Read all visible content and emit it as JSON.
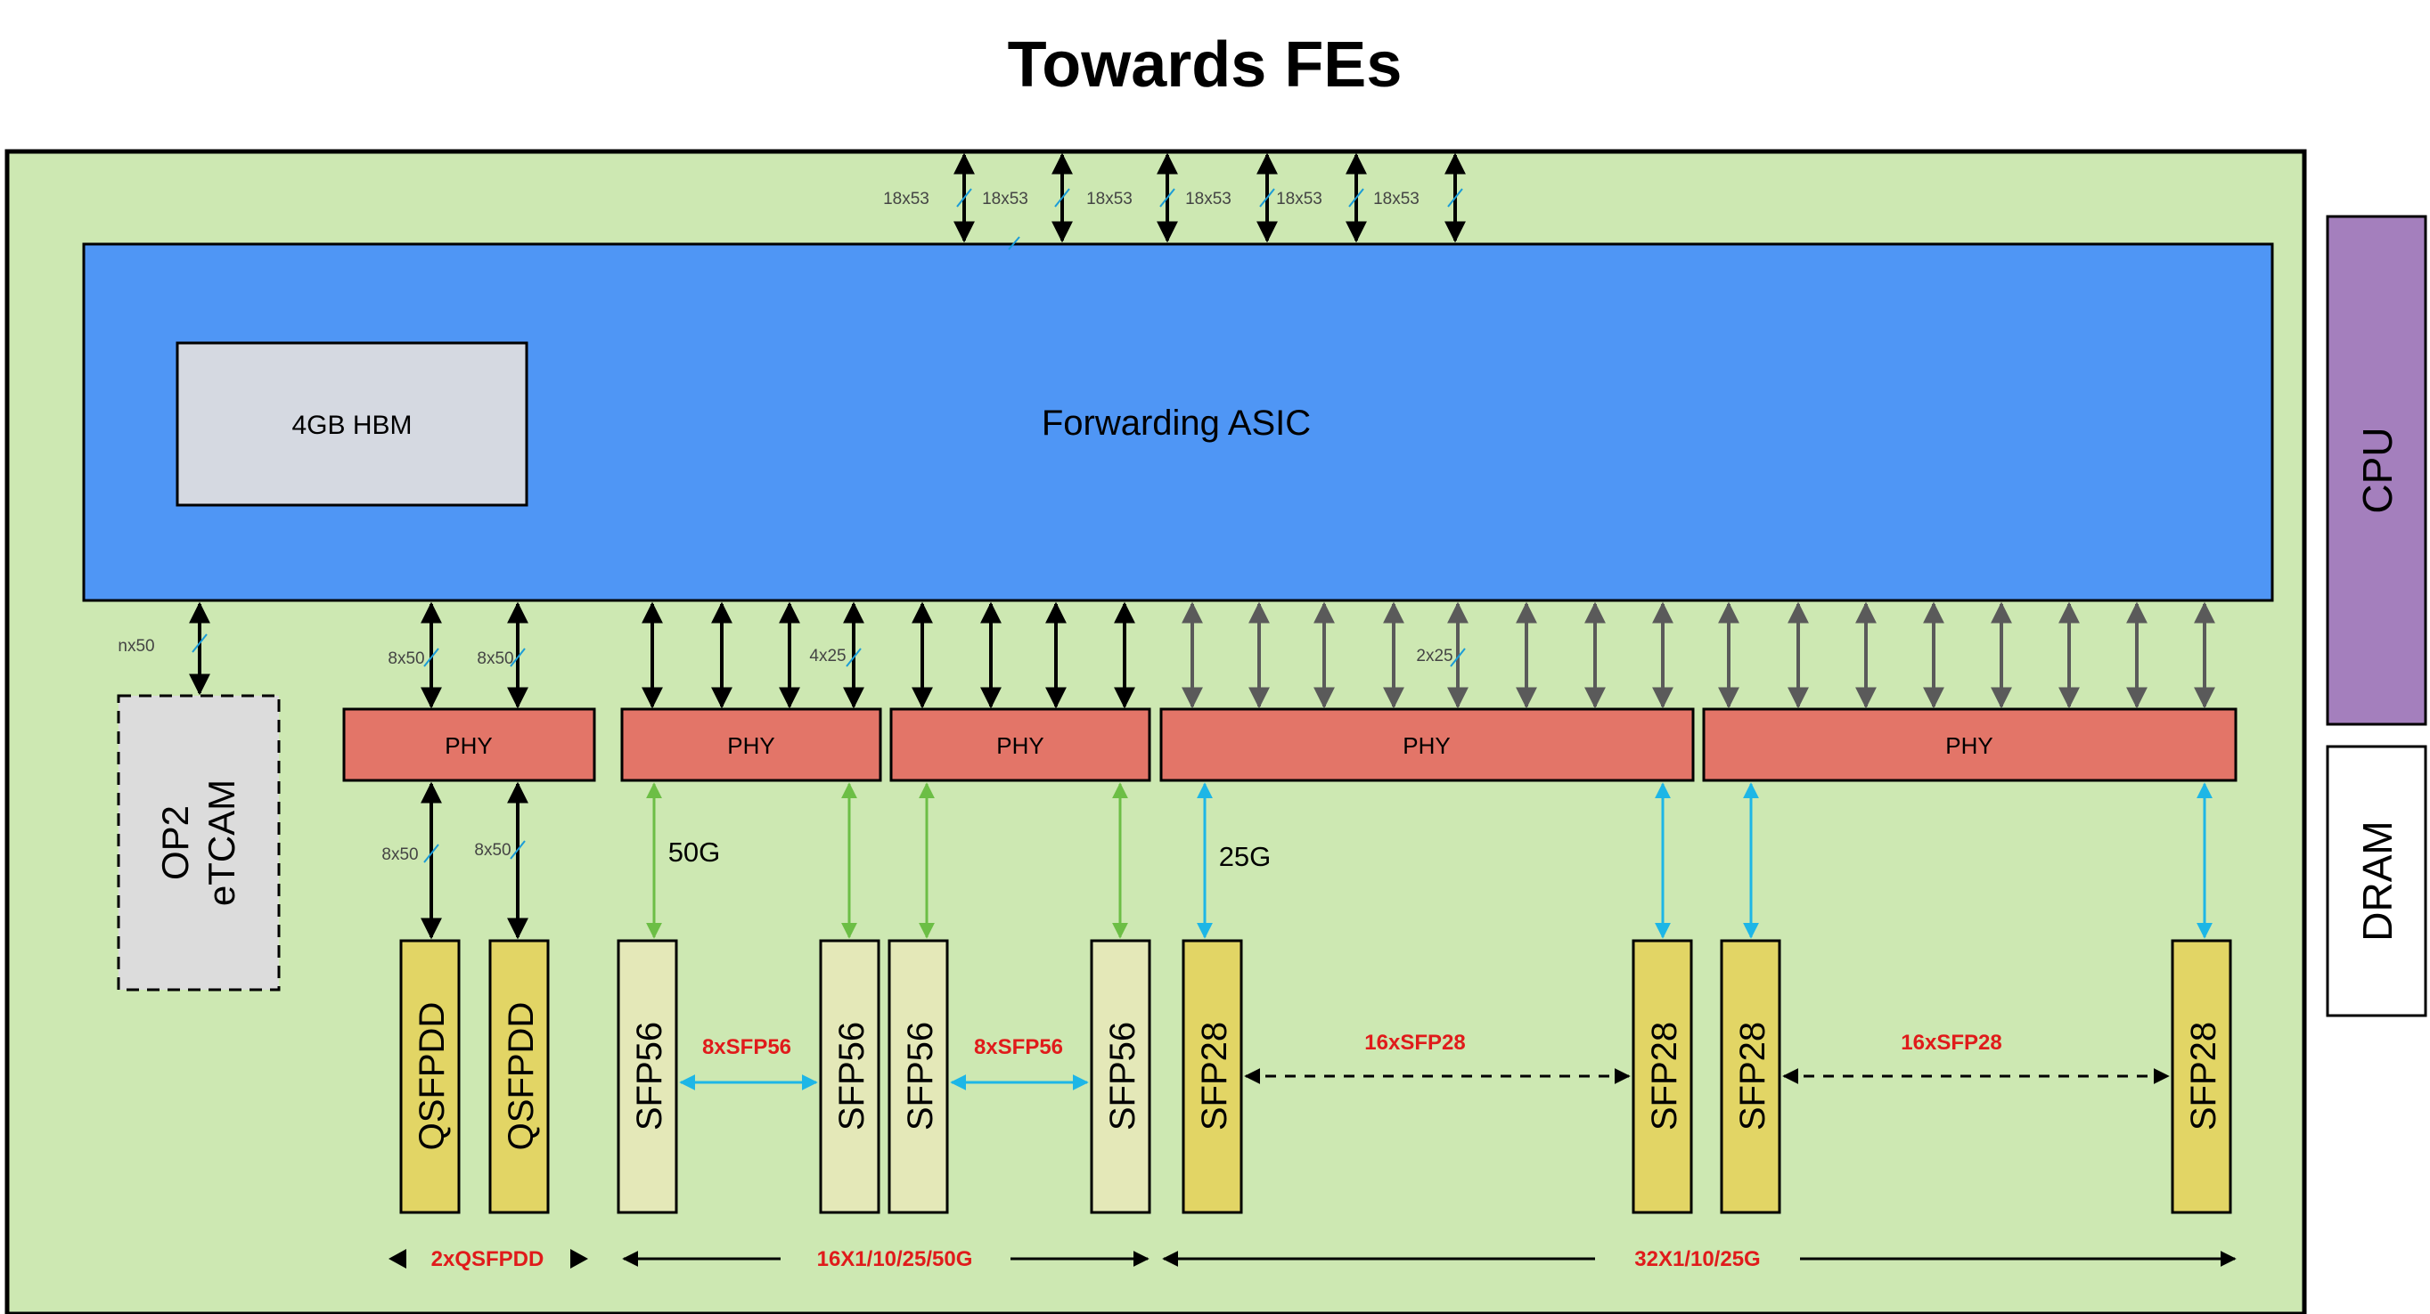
{
  "title": "Towards FEs",
  "board": {
    "asic_label": "Forwarding ASIC",
    "hbm_label": "4GB HBM",
    "cpu_label": "CPU",
    "dram_label": "DRAM",
    "tcam_line1": "OP2",
    "tcam_line2": "eTCAM",
    "phy_label": "PHY"
  },
  "top_links": [
    "18x53",
    "18x53",
    "18x53",
    "18x53",
    "18x53",
    "18x53"
  ],
  "link_labels": {
    "tcam": "nx50",
    "qsfp_up_1": "8x50",
    "qsfp_up_2": "8x50",
    "qsfp_down_1": "8x50",
    "qsfp_down_2": "8x50",
    "sfp56_up": "4x25",
    "sfp28_up": "2x25",
    "speed_50g": "50G",
    "speed_25g": "25G"
  },
  "ports": {
    "qsfpdd": "QSFPDD",
    "sfp56": "SFP56",
    "sfp28": "SFP28"
  },
  "port_groups": {
    "sfp56_group_1": "8xSFP56",
    "sfp56_group_2": "8xSFP56",
    "sfp28_group_1": "16xSFP28",
    "sfp28_group_2": "16xSFP28"
  },
  "bottom_groups": {
    "qsfp": "2xQSFPDD",
    "sfp56": "16X1/10/25/50G",
    "sfp28": "32X1/10/25G"
  },
  "colors": {
    "board": "#cde8b2",
    "asic": "#4f96f5",
    "hbm": "#d5d9e1",
    "phy": "#e37568",
    "cpu": "#a47fbd",
    "tcam": "#dcdcdc",
    "qsfp": "#e2d565",
    "sfp56": "#e4e8b8",
    "sfp28": "#e2d565",
    "arrow_black": "#000000",
    "arrow_green": "#6cbe45",
    "arrow_blue": "#1db6e6",
    "arrow_gray": "#5a5a5a",
    "red_text": "#e01b1b",
    "slash": "#1a9bd7"
  }
}
